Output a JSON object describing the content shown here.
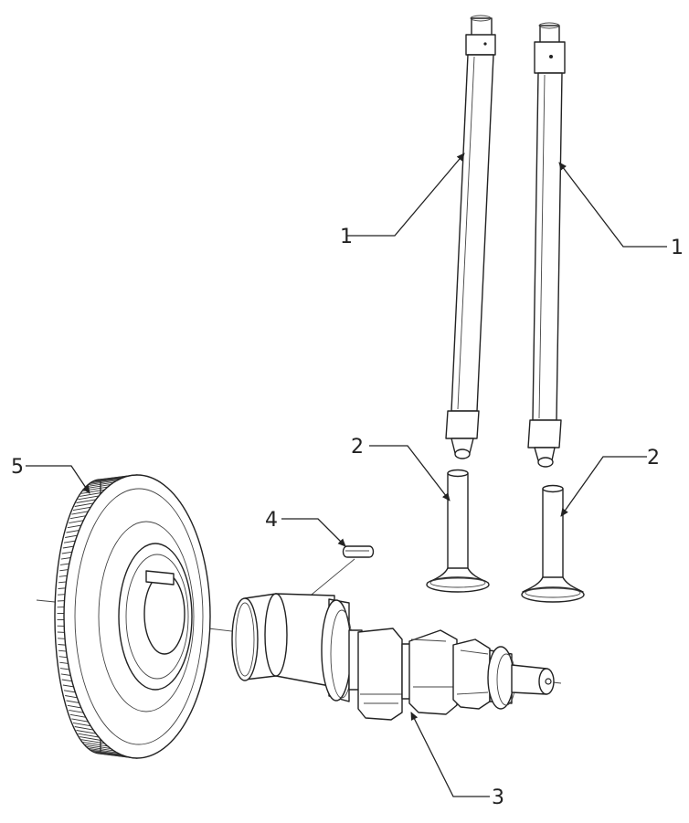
{
  "labels": {
    "pushrod_left": "1",
    "pushrod_right": "1",
    "tappet_left": "2",
    "tappet_right": "2",
    "camshaft": "3",
    "key": "4",
    "gear": "5"
  }
}
